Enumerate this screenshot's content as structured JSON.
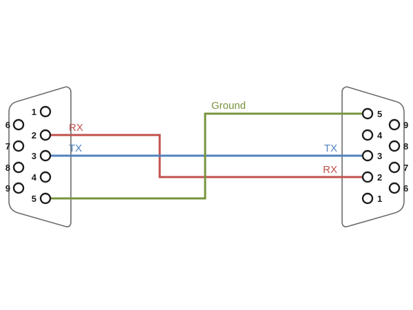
{
  "diagram": {
    "left_connector": {
      "inner_pins": [
        "1",
        "2",
        "3",
        "4",
        "5"
      ],
      "outer_pins": [
        "6",
        "7",
        "8",
        "9"
      ]
    },
    "right_connector": {
      "inner_pins": [
        "5",
        "4",
        "3",
        "2",
        "1"
      ],
      "outer_pins": [
        "9",
        "8",
        "7",
        "6"
      ]
    },
    "wires": {
      "rx": {
        "color": "#c0504d",
        "left_label": "RX",
        "right_label": "RX"
      },
      "tx": {
        "color": "#4f81bd",
        "left_label": "TX",
        "right_label": "TX"
      },
      "ground": {
        "color": "#77933c",
        "label": "Ground"
      }
    },
    "colors": {
      "connector_outline": "#6b6b6b",
      "pin_outline": "#1c1c1c",
      "background": "#ffffff"
    }
  }
}
